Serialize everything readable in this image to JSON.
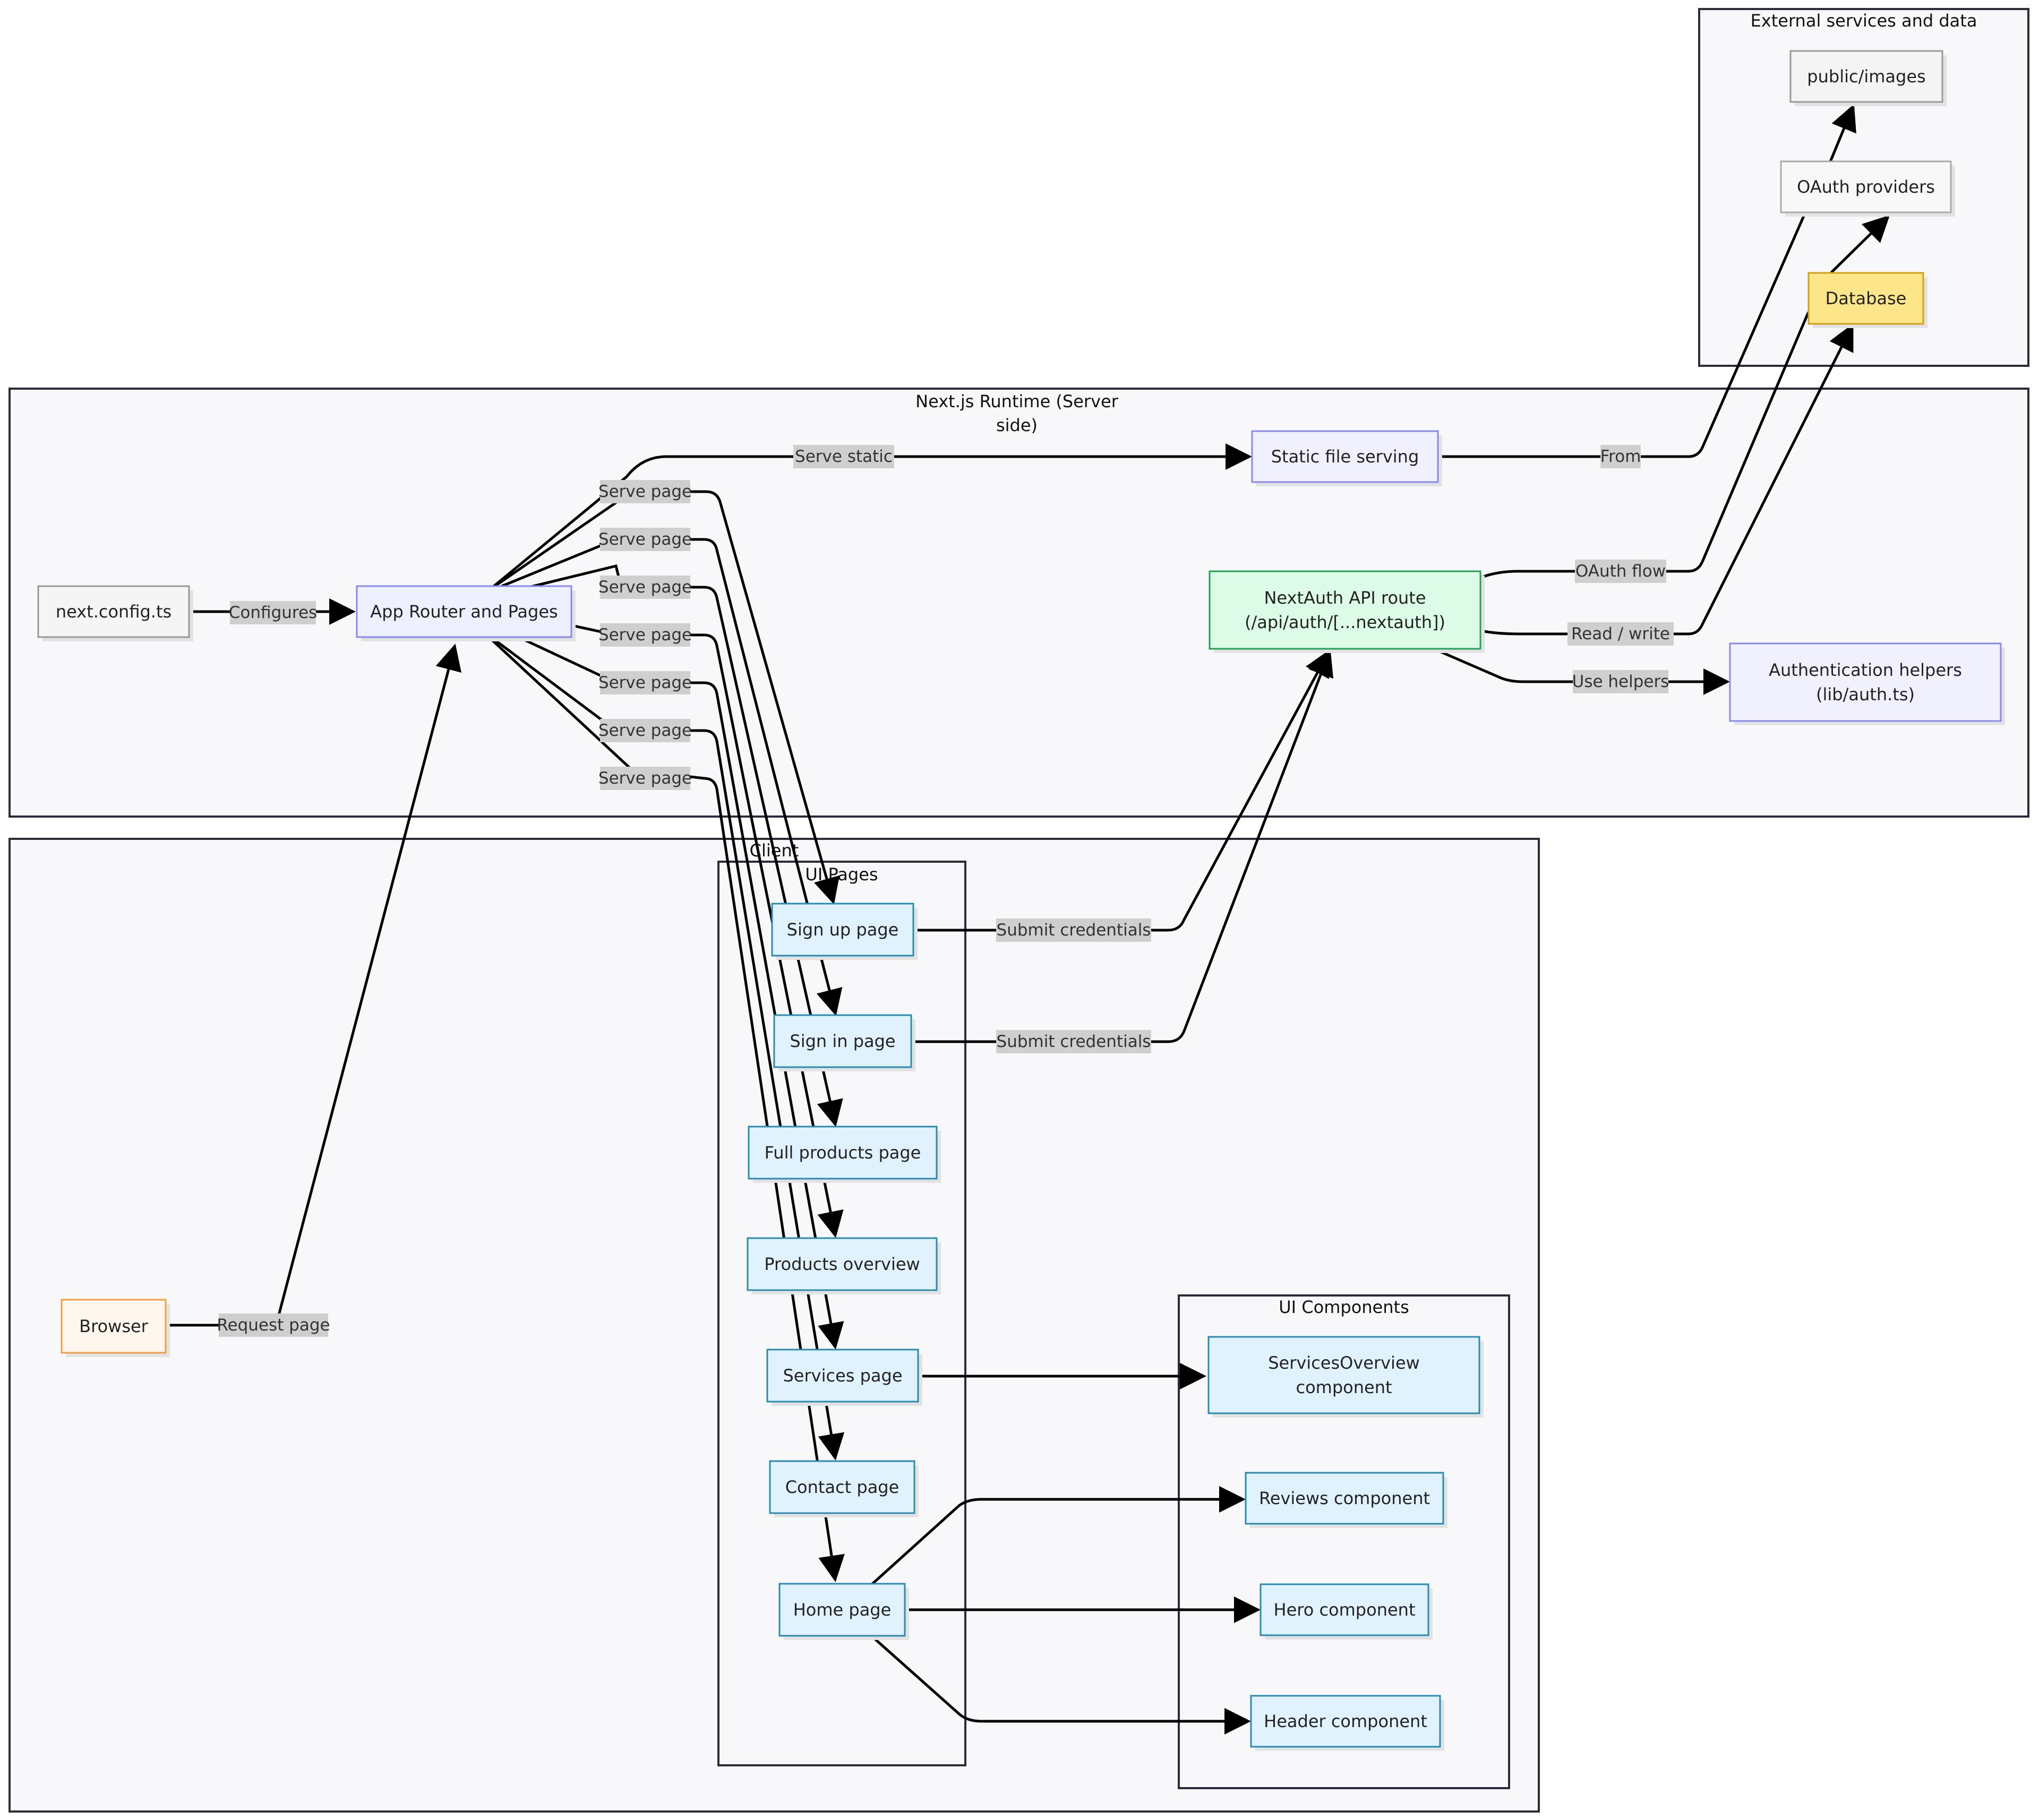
{
  "groups": {
    "external": {
      "title": "External services and data"
    },
    "runtime": {
      "title_line1": "Next.js Runtime (Server",
      "title_line2": "side)"
    },
    "client": {
      "title": "Client"
    },
    "ui_pages": {
      "title": "UI Pages"
    },
    "ui_components": {
      "title": "UI Components"
    }
  },
  "nodes": {
    "public_images": {
      "label": "public/images",
      "fill": "#f4f4f4",
      "stroke": "#999999"
    },
    "oauth_providers": {
      "label": "OAuth providers",
      "fill": "#f8f8f8",
      "stroke": "#aaaaaa"
    },
    "database": {
      "label": "Database",
      "fill": "#fde68a",
      "stroke": "#d4a017"
    },
    "next_config": {
      "label": "next.config.ts",
      "fill": "#f5f5f5",
      "stroke": "#999999"
    },
    "app_router": {
      "label": "App Router and Pages",
      "fill": "#eef0ff",
      "stroke": "#8888ee"
    },
    "static_serving": {
      "label": "Static file serving",
      "fill": "#f0f0ff",
      "stroke": "#8888ee"
    },
    "nextauth": {
      "label_line1": "NextAuth API route",
      "label_line2": "(/api/auth/[...nextauth])",
      "fill": "#dcfce7",
      "stroke": "#22a055"
    },
    "auth_helpers": {
      "label_line1": "Authentication helpers",
      "label_line2": "(lib/auth.ts)",
      "fill": "#f0f0ff",
      "stroke": "#8888ee"
    },
    "browser": {
      "label": "Browser",
      "fill": "#fff7ed",
      "stroke": "#f0a040"
    },
    "signup": {
      "label": "Sign up page",
      "fill": "#e0f2fe",
      "stroke": "#2a8ab0"
    },
    "signin": {
      "label": "Sign in page",
      "fill": "#e0f2fe",
      "stroke": "#2a8ab0"
    },
    "full_products": {
      "label": "Full products page",
      "fill": "#e0f2fe",
      "stroke": "#2a8ab0"
    },
    "products_overview": {
      "label": "Products overview",
      "fill": "#e0f2fe",
      "stroke": "#2a8ab0"
    },
    "services_page": {
      "label": "Services page",
      "fill": "#e0f2fe",
      "stroke": "#2a8ab0"
    },
    "contact_page": {
      "label": "Contact page",
      "fill": "#e0f2fe",
      "stroke": "#2a8ab0"
    },
    "home_page": {
      "label": "Home page",
      "fill": "#e0f2fe",
      "stroke": "#2a8ab0"
    },
    "services_component": {
      "label_line1": "ServicesOverview",
      "label_line2": "component",
      "fill": "#e0f2fe",
      "stroke": "#2a8ab0"
    },
    "reviews_component": {
      "label": "Reviews component",
      "fill": "#e0f2fe",
      "stroke": "#2a8ab0"
    },
    "hero_component": {
      "label": "Hero component",
      "fill": "#e0f2fe",
      "stroke": "#2a8ab0"
    },
    "header_component": {
      "label": "Header component",
      "fill": "#e0f2fe",
      "stroke": "#2a8ab0"
    }
  },
  "edge_labels": {
    "configures": "Configures",
    "serve_static": "Serve static",
    "serve_page": "Serve page",
    "from": "From",
    "oauth_flow": "OAuth flow",
    "read_write": "Read / write",
    "use_helpers": "Use helpers",
    "submit_credentials": "Submit credentials",
    "request_page": "Request page"
  }
}
